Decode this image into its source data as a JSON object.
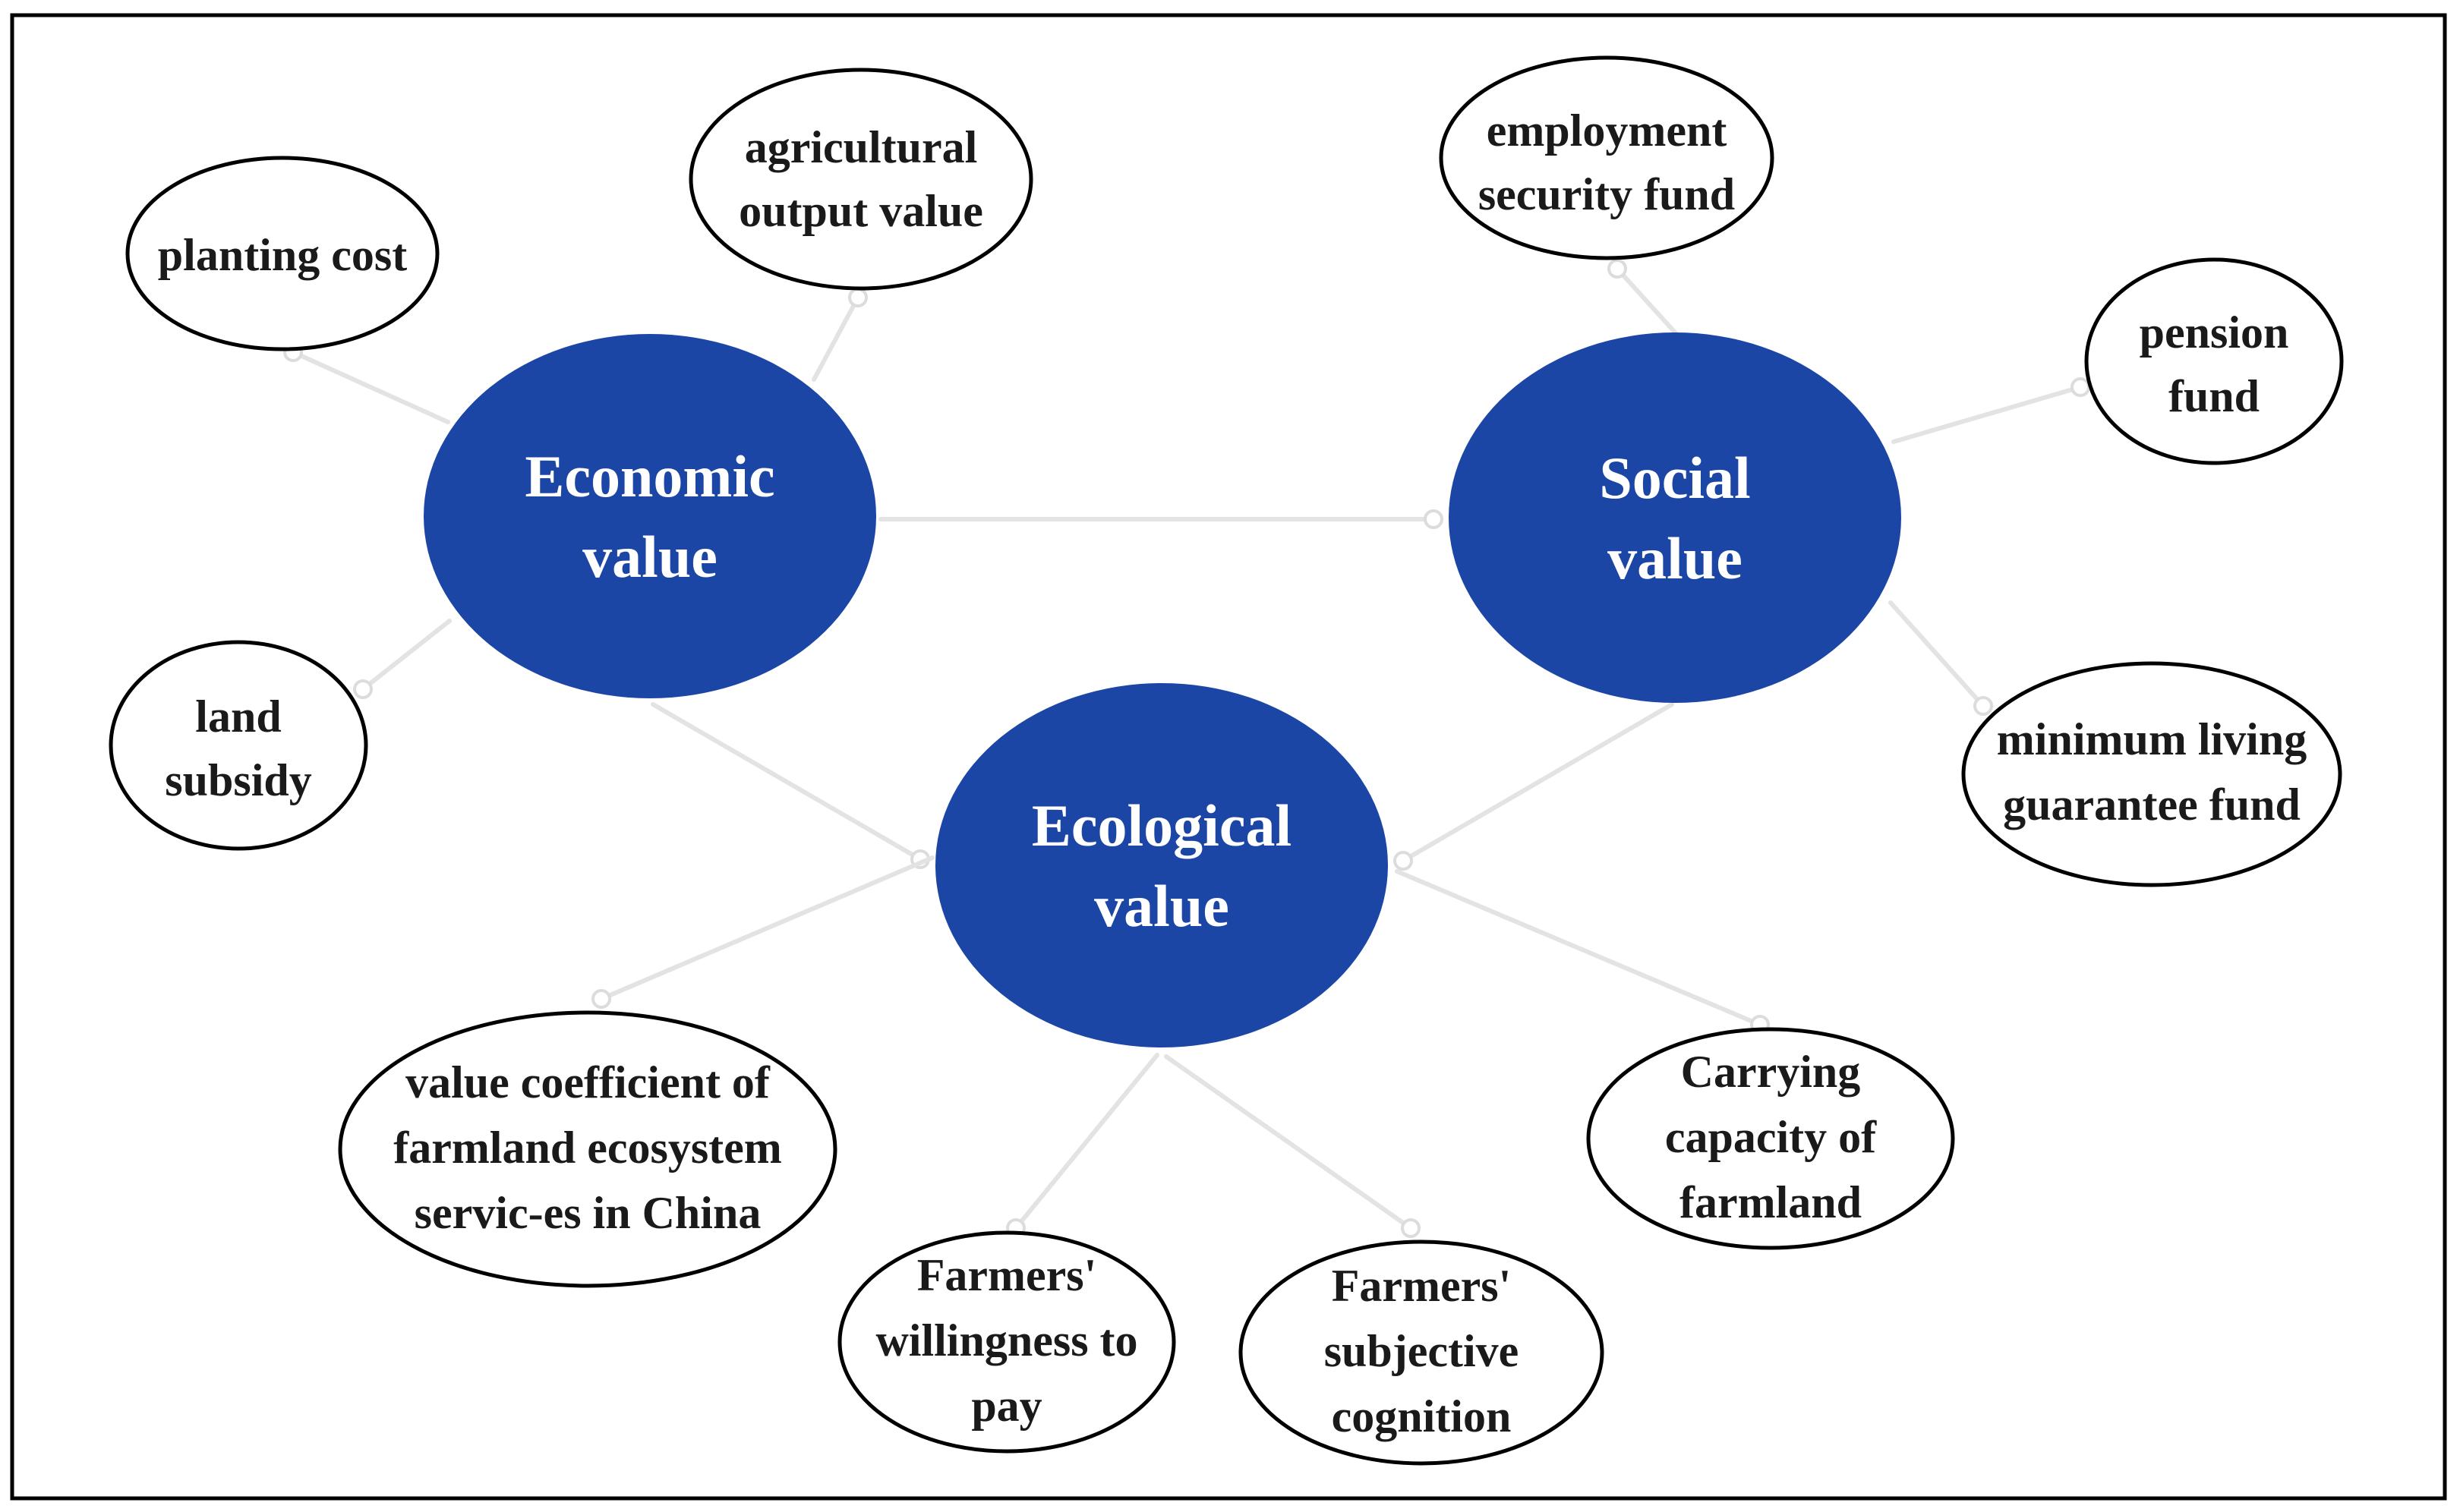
{
  "colors": {
    "hub_fill": "#1c46a6",
    "hub_text": "#ffffff",
    "leaf_border": "#000000",
    "connector": "#e3e3e3"
  },
  "hubs": {
    "economic": {
      "line1": "Economic",
      "line2": "value"
    },
    "social": {
      "line1": "Social",
      "line2": "value"
    },
    "ecological": {
      "line1": "Ecological",
      "line2": "value"
    }
  },
  "leaves": {
    "planting_cost": {
      "line1": "planting cost"
    },
    "agricultural_output_value": {
      "line1": "agricultural",
      "line2": "output value"
    },
    "land_subsidy": {
      "line1": "land",
      "line2": "subsidy"
    },
    "employment_security_fund": {
      "line1": "employment",
      "line2": "security fund"
    },
    "pension_fund": {
      "line1": "pension",
      "line2": "fund"
    },
    "minimum_living_guarantee_fund": {
      "line1": "minimum living",
      "line2": "guarantee fund"
    },
    "value_coefficient": {
      "line1": "value coefficient of",
      "line2": "farmland ecosystem",
      "line3": "servic-es in China"
    },
    "farmers_willingness": {
      "line1": "Farmers'",
      "line2": "willingness to",
      "line3": "pay"
    },
    "farmers_cognition": {
      "line1": "Farmers'",
      "line2": "subjective",
      "line3": "cognition"
    },
    "carrying_capacity": {
      "line1": "Carrying",
      "line2": "capacity of",
      "line3": "farmland"
    }
  }
}
